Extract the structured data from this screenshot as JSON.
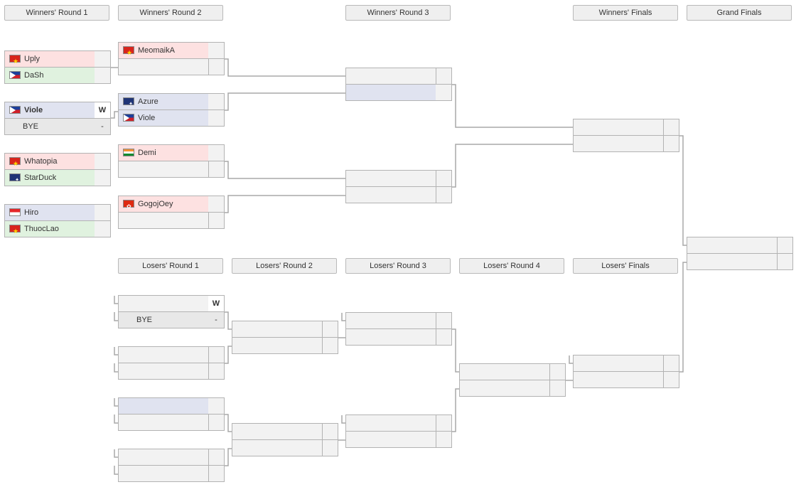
{
  "headers": {
    "wr1": "Winners' Round 1",
    "wr2": "Winners' Round 2",
    "wr3": "Winners' Round 3",
    "wf": "Winners' Finals",
    "gf": "Grand Finals",
    "lr1": "Losers' Round 1",
    "lr2": "Losers' Round 2",
    "lr3": "Losers' Round 3",
    "lr4": "Losers' Round 4",
    "lf": "Losers' Finals"
  },
  "wr1": [
    {
      "top": {
        "name": "Uply",
        "flag": "vietnam-flag-icon",
        "score": ""
      },
      "bot": {
        "name": "DaSh",
        "flag": "philippines-flag-icon",
        "score": ""
      }
    },
    {
      "top": {
        "name": "Viole",
        "flag": "philippines-flag-icon",
        "score": "W"
      },
      "bot": {
        "name": "BYE",
        "score": "-"
      }
    },
    {
      "top": {
        "name": "Whatopia",
        "flag": "vietnam-flag-icon",
        "score": ""
      },
      "bot": {
        "name": "StarDuck",
        "flag": "australia-flag-icon",
        "score": ""
      }
    },
    {
      "top": {
        "name": "Hiro",
        "flag": "indonesia-flag-icon",
        "score": ""
      },
      "bot": {
        "name": "ThuocLao",
        "flag": "vietnam-flag-icon",
        "score": ""
      }
    }
  ],
  "wr2": [
    {
      "top": {
        "name": "MeomaikA",
        "flag": "vietnam-flag-icon",
        "score": ""
      },
      "bot": {
        "name": "",
        "score": ""
      }
    },
    {
      "top": {
        "name": "Azure",
        "flag": "australia-flag-icon",
        "score": ""
      },
      "bot": {
        "name": "Viole",
        "flag": "philippines-flag-icon",
        "score": ""
      }
    },
    {
      "top": {
        "name": "Demi",
        "flag": "india-flag-icon",
        "score": ""
      },
      "bot": {
        "name": "",
        "score": ""
      }
    },
    {
      "top": {
        "name": "GogojOey",
        "flag": "hong-kong-flag-icon",
        "score": ""
      },
      "bot": {
        "name": "",
        "score": ""
      }
    }
  ],
  "lr1_bye": {
    "top": {
      "name": "",
      "score": "W"
    },
    "bot": {
      "name": "BYE",
      "score": "-"
    }
  }
}
